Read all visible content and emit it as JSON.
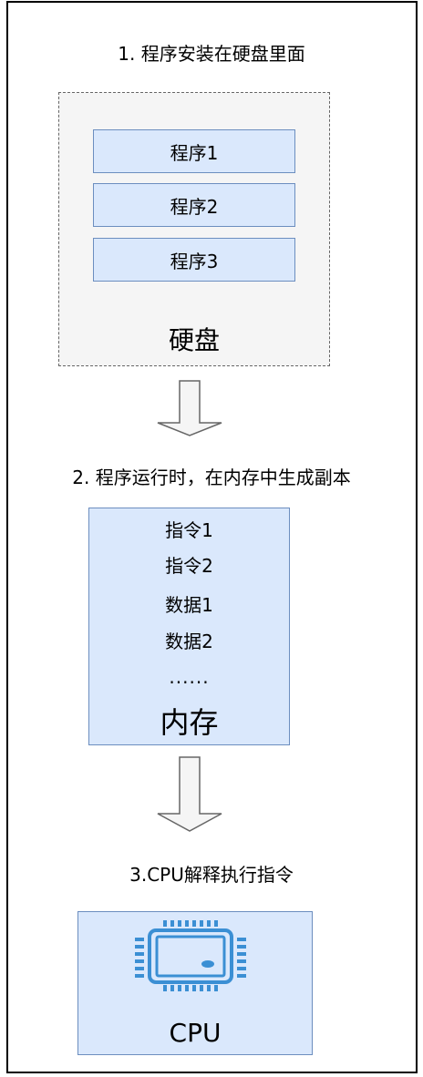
{
  "steps": {
    "step1": "1. 程序安装在硬盘里面",
    "step2": "2. 程序运行时，在内存中生成副本",
    "step3": "3.CPU解释执行指令"
  },
  "disk": {
    "programs": [
      "程序1",
      "程序2",
      "程序3"
    ],
    "label": "硬盘"
  },
  "memory": {
    "lines": [
      "指令1",
      "指令2",
      "数据1",
      "数据2",
      "......"
    ],
    "label": "内存"
  },
  "cpu": {
    "label": "CPU",
    "icon": "cpu-chip-icon"
  },
  "colors": {
    "box_fill": "#dae8fc",
    "box_stroke": "#6c8ebf",
    "disk_fill": "#f5f5f5",
    "icon_blue": "#3b8fd4",
    "arrow_fill": "#f5f5f5",
    "arrow_stroke": "#666666"
  }
}
